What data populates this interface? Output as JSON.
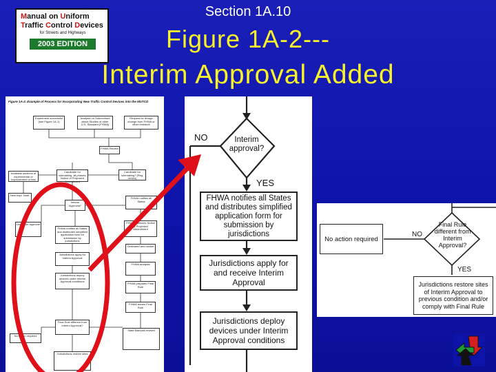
{
  "logo": {
    "line1": [
      "M",
      "anual on ",
      "U",
      "niform"
    ],
    "line2": [
      "T",
      "raffic ",
      "C",
      "ontrol ",
      "D",
      "evices"
    ],
    "sub": "for Streets and Highways",
    "edition": "2003 EDITION"
  },
  "header": {
    "section": "Section 1A.10",
    "figure": "Figure 1A-2---",
    "subtitle": "Interim Approval Added"
  },
  "left_panel": {
    "caption": "Figure 1A-2.  Example of Process for Incorporating New Traffic Control Devices into the MUTCD",
    "boxes": [
      "Experiment successful (see Figure 1A-1)",
      "Analysis on Subcontract about Studies of other U.S. Standard (FHWA)",
      "Request for design change from FHWA or other research",
      "FHWA Review",
      "Candidate for rulemaking? (Reg. review)",
      "Available sections of experimental or improvement or test",
      "Candidate for rulemaking, all phases, Notice of Proposed Amendment",
      "Interim Approval?",
      "FHWA notifies all States",
      "FHWA notifies all States and distributes simplified application form for submission by jurisdictions",
      "Jurisdictions apply for Interim Approval",
      "Jurisdictions deploy devices under Interim Approval conditions",
      "FHWA prepares Final Rule",
      "Final Rule different from Interim Approval?",
      "Jurisdictions restore sites",
      "No action required",
      "Dedicated and docket"
    ]
  },
  "mid_panel": {
    "no_label": "NO",
    "decision": "Interim approval?",
    "yes_label": "YES",
    "box1": "FHWA notifies all States and distributes simplified application form for submission by jurisdictions",
    "box2": "Jurisdictions apply for and receive Interim Approval",
    "box3": "Jurisdictions deploy devices under Interim Approval conditions"
  },
  "right_panel": {
    "no_action": "No action required",
    "no_label": "NO",
    "decision": "Final Rule different from Interim Approval?",
    "yes_label": "YES",
    "restore": "Jurisdictions restore sites of Interim Approval to previous condition and/or comply with Final Rule"
  },
  "annotation": {
    "color": "#e0101a",
    "ellipse": "red ellipse highlighting Interim Approval section",
    "arrow": "red arrow pointing to enlarged view"
  },
  "nav_icon": "back-forward-arrows-icon"
}
